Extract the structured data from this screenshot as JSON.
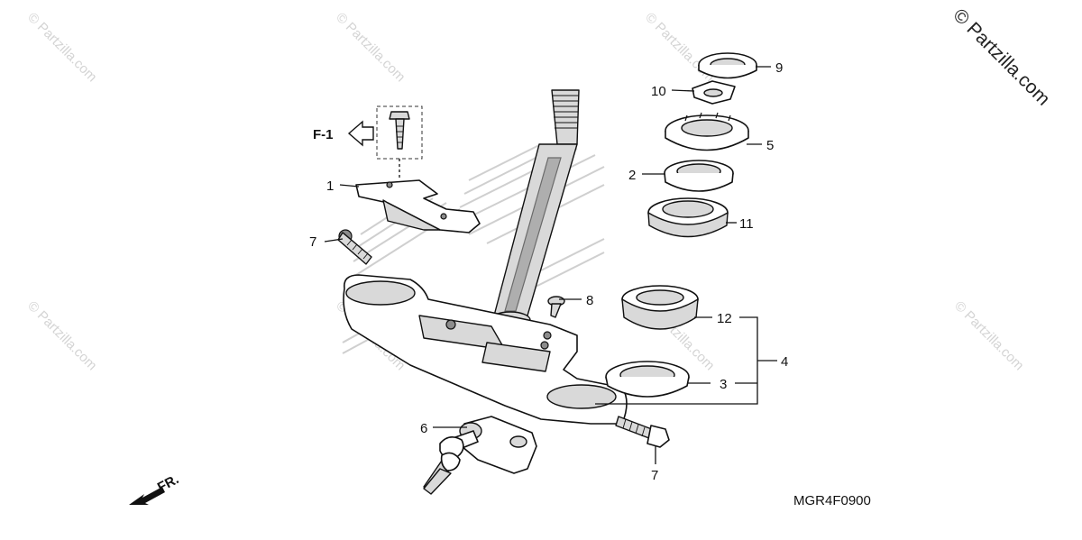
{
  "watermark": {
    "corner": "© Partzilla.com",
    "tile": "© Partzilla.com"
  },
  "diagram_code": "MGR4F0900",
  "reference": "F-1",
  "front_label": "FR.",
  "callouts": {
    "c1": "1",
    "c2": "2",
    "c3": "3",
    "c4": "4",
    "c5": "5",
    "c6": "6",
    "c7a": "7",
    "c7b": "7",
    "c8": "8",
    "c9": "9",
    "c10": "10",
    "c11": "11",
    "c12": "12"
  }
}
